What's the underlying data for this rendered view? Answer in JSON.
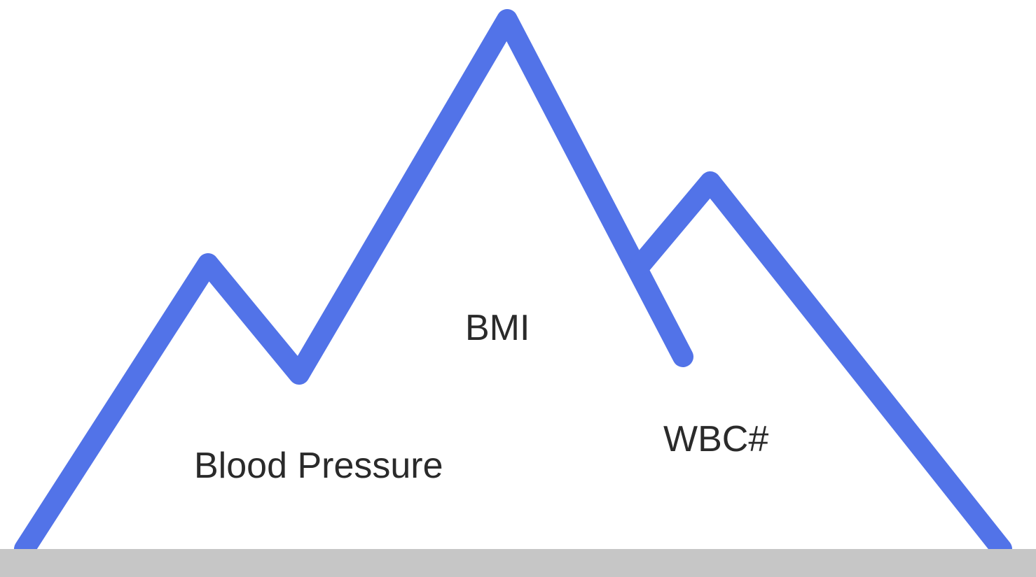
{
  "diagram": {
    "labels": {
      "bmi": "BMI",
      "blood_pressure": "Blood Pressure",
      "wbc": "WBC#"
    },
    "colors": {
      "mountain_line": "#5273e8",
      "ground": "#c6c6c6",
      "label_text": "#2a2a2a",
      "background": "#ffffff"
    }
  }
}
